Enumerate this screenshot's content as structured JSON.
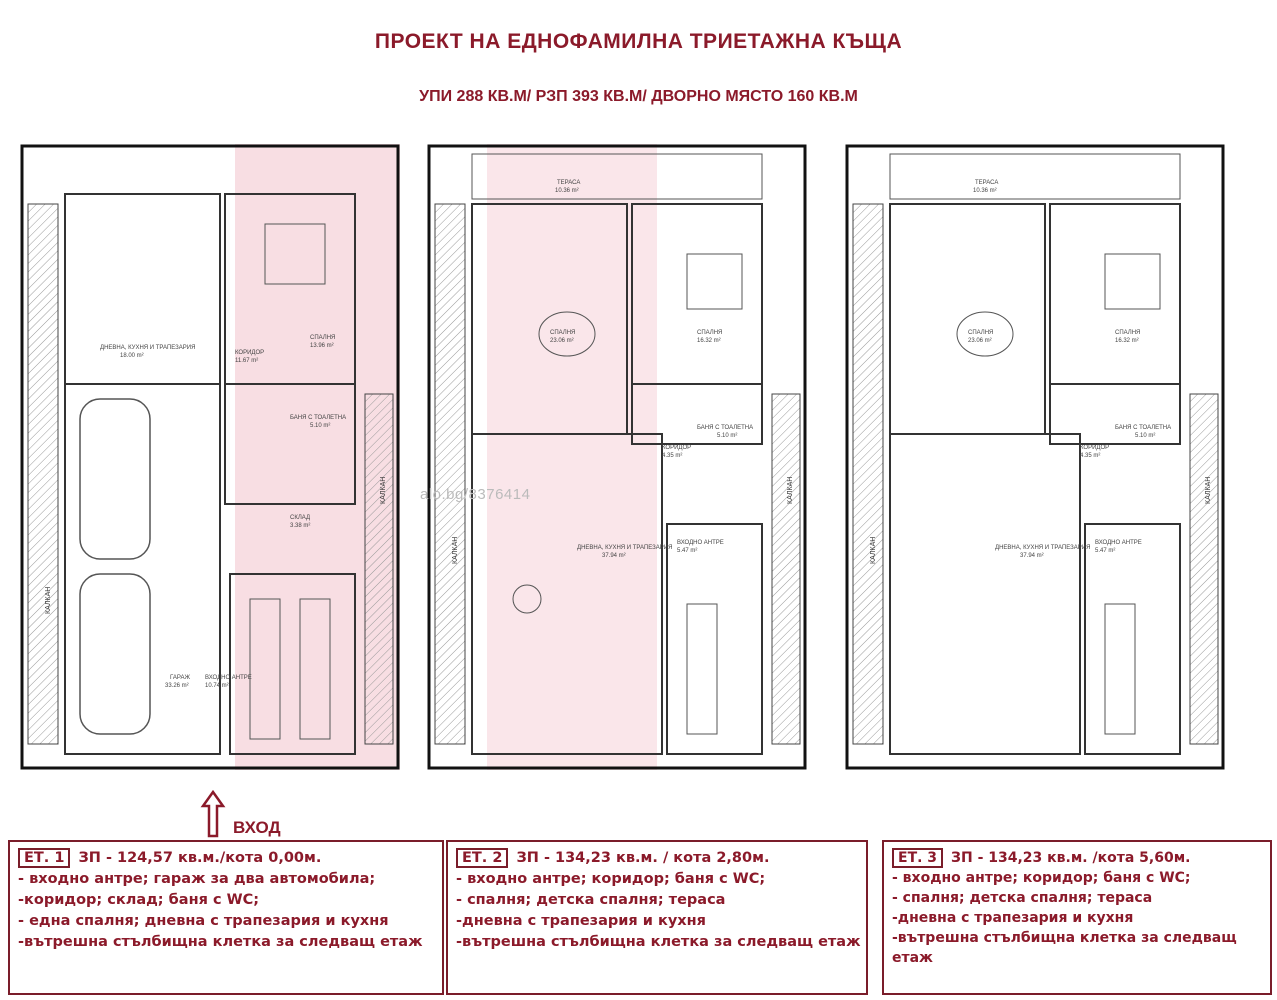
{
  "title": "ПРОЕКТ НА ЕДНОФАМИЛНА ТРИЕТАЖНА КЪЩА",
  "subtitle": "УПИ 288 КВ.М/ РЗП 393 КВ.М/ ДВОРНО МЯСТО 160 КВ.М",
  "watermark": "alo.bg/8376414",
  "entry_label": "ВХОД",
  "plans": [
    {
      "rooms": [
        "ДНЕВНА, КУХНЯ И ТРАПЕЗАРИЯ",
        "18.00 m²",
        "КОРИДОР",
        "11.67 m²",
        "СПАЛНЯ",
        "13.96 m²",
        "БАНЯ С ТОАЛЕТНА",
        "5.10 m²",
        "СКЛАД",
        "3.38 m²",
        "ГАРАЖ",
        "33.26 m²",
        "ВХОДНО АНТРЕ",
        "10.74 m²"
      ],
      "side_labels": [
        "КАЛКАН",
        "КАЛКАН"
      ]
    },
    {
      "rooms": [
        "ТЕРАСА",
        "10.36 m²",
        "СПАЛНЯ",
        "23.06 m²",
        "СПАЛНЯ",
        "16.32 m²",
        "БАНЯ С ТОАЛЕТНА",
        "5.10 m²",
        "КОРИДОР",
        "4.35 m²",
        "ДНЕВНА, КУХНЯ И ТРАПЕЗАРИЯ",
        "37.94 m²",
        "ВХОДНО АНТРЕ",
        "5.47 m²"
      ],
      "side_labels": [
        "КАЛКАН",
        "КАЛКАН"
      ]
    },
    {
      "rooms": [
        "ТЕРАСА",
        "10.36 m²",
        "СПАЛНЯ",
        "23.06 m²",
        "СПАЛНЯ",
        "16.32 m²",
        "БАНЯ С ТОАЛЕТНА",
        "5.10 m²",
        "КОРИДОР",
        "4.35 m²",
        "ДНЕВНА, КУХНЯ И ТРАПЕЗАРИЯ",
        "37.94 m²",
        "ВХОДНО АНТРЕ",
        "5.47 m²"
      ],
      "side_labels": [
        "КАЛКАН",
        "КАЛКАН"
      ]
    }
  ],
  "floors": [
    {
      "tag": "ЕТ. 1",
      "header": "ЗП - 124,57  кв.м./кота 0,00м.",
      "lines": [
        "- входно антре; гараж за два автомобила;",
        "-коридор; склад; баня с WC;",
        "- една спалня; дневна с трапезария и кухня",
        "-вътрешна стълбищна клетка за следващ етаж"
      ]
    },
    {
      "tag": "ЕТ. 2",
      "header": "ЗП - 134,23  кв.м. / кота 2,80м.",
      "lines": [
        "- входно антре; коридор;  баня с WC;",
        "- спалня; детска спалня; тераса",
        "-дневна с трапезария и кухня",
        "-вътрешна стълбищна клетка за следващ етаж"
      ]
    },
    {
      "tag": "ЕТ. 3",
      "header": "ЗП - 134,23  кв.м. /кота 5,60м.",
      "lines": [
        "- входно антре; коридор;  баня с WC;",
        "- спалня; детска спалня; тераса",
        "-дневна с трапезария и кухня",
        "-вътрешна стълбищна клетка за следващ",
        "етаж"
      ]
    }
  ]
}
